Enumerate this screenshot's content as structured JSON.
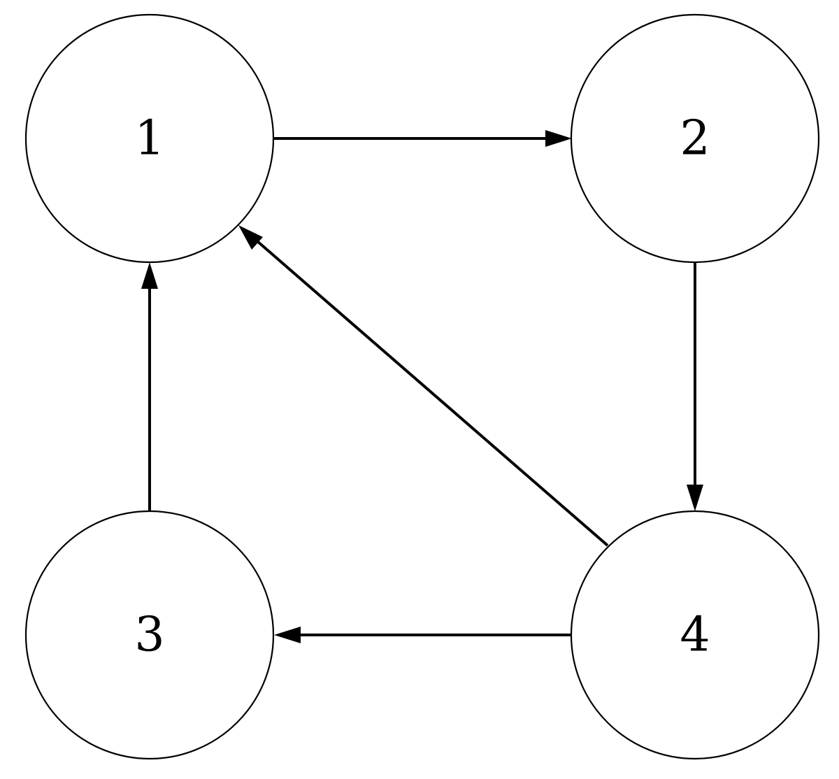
{
  "diagram": {
    "nodes": [
      {
        "id": "1",
        "label": "1"
      },
      {
        "id": "2",
        "label": "2"
      },
      {
        "id": "3",
        "label": "3"
      },
      {
        "id": "4",
        "label": "4"
      }
    ],
    "edges": [
      {
        "from": "1",
        "to": "2"
      },
      {
        "from": "2",
        "to": "4"
      },
      {
        "from": "4",
        "to": "3"
      },
      {
        "from": "3",
        "to": "1"
      },
      {
        "from": "4",
        "to": "1"
      }
    ],
    "colors": {
      "stroke": "#000000",
      "background": "#ffffff"
    }
  }
}
